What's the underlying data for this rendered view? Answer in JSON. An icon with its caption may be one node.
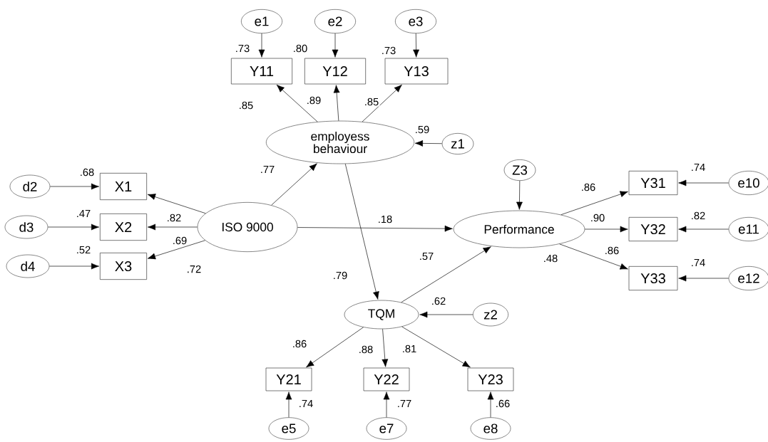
{
  "diagram": {
    "nodes": [
      {
        "text": [
          "e1"
        ]
      },
      {
        "text": [
          "e2"
        ]
      },
      {
        "text": [
          "e3"
        ]
      },
      {
        "text": [
          "Y11"
        ],
        "beside": [
          ".73"
        ]
      },
      {
        "text": [
          "Y12"
        ],
        "beside": [
          ".80"
        ]
      },
      {
        "text": [
          "Y13"
        ],
        "beside": [
          ".73"
        ]
      },
      {
        "text": [
          "employess behaviour"
        ],
        "beside": [
          ".59"
        ]
      },
      {
        "text": [
          "z1"
        ]
      },
      {
        "text": [
          "d2"
        ]
      },
      {
        "text": [
          "d3"
        ]
      },
      {
        "text": [
          "d4"
        ]
      },
      {
        "text": [
          "X1"
        ],
        "beside": [
          ".68"
        ]
      },
      {
        "text": [
          "X2"
        ],
        "beside": [
          ".47"
        ]
      },
      {
        "text": [
          "X3"
        ],
        "beside": [
          ".52"
        ]
      },
      {
        "text": [
          "ISO 9000"
        ]
      },
      {
        "text": [
          "Z3"
        ]
      },
      {
        "text": [
          "Performance"
        ],
        "beside": [
          ".48"
        ]
      },
      {
        "text": [
          "Y31"
        ],
        "beside": [
          ".74"
        ]
      },
      {
        "text": [
          "Y32"
        ],
        "beside": [
          ".82"
        ]
      },
      {
        "text": [
          "Y33"
        ],
        "beside": [
          ".74"
        ]
      },
      {
        "text": [
          "e10"
        ]
      },
      {
        "text": [
          "e11"
        ]
      },
      {
        "text": [
          "e12"
        ]
      },
      {
        "text": [
          "TQM"
        ],
        "beside": [
          ".62"
        ]
      },
      {
        "text": [
          "z2"
        ]
      },
      {
        "text": [
          "Y21"
        ],
        "beside": [
          ".74"
        ]
      },
      {
        "text": [
          "Y22"
        ],
        "beside": [
          ".77"
        ]
      },
      {
        "text": [
          "Y23"
        ],
        "beside": [
          ".66"
        ]
      },
      {
        "text": [
          "e5"
        ]
      },
      {
        "text": [
          "e7"
        ]
      },
      {
        "text": [
          "e8"
        ]
      }
    ],
    "edges": [
      {
        "from": 0,
        "to": 3,
        "arrow": "to"
      },
      {
        "from": 1,
        "to": 4,
        "arrow": "to"
      },
      {
        "from": 2,
        "to": 5,
        "arrow": "to"
      },
      {
        "from": 6,
        "to": 3,
        "arrow": "to",
        "label": ".85"
      },
      {
        "from": 6,
        "to": 4,
        "arrow": "to",
        "label": ".89"
      },
      {
        "from": 6,
        "to": 5,
        "arrow": "to",
        "label": ".85"
      },
      {
        "from": 7,
        "to": 6,
        "arrow": "to"
      },
      {
        "from": 14,
        "to": 6,
        "arrow": "to",
        "label": ".77"
      },
      {
        "from": 14,
        "to": 11,
        "arrow": "to",
        "label": ".82"
      },
      {
        "from": 14,
        "to": 12,
        "arrow": "to",
        "label": ".69"
      },
      {
        "from": 14,
        "to": 13,
        "arrow": "to",
        "label": ".72"
      },
      {
        "from": 8,
        "to": 11,
        "arrow": "to"
      },
      {
        "from": 9,
        "to": 12,
        "arrow": "to"
      },
      {
        "from": 10,
        "to": 13,
        "arrow": "to"
      },
      {
        "from": 14,
        "to": 16,
        "arrow": "to",
        "label": ".18"
      },
      {
        "from": 6,
        "to": 23,
        "arrow": "to",
        "label": ".79"
      },
      {
        "from": 23,
        "to": 16,
        "arrow": "to",
        "label": ".57"
      },
      {
        "from": 15,
        "to": 16,
        "arrow": "to"
      },
      {
        "from": 16,
        "to": 17,
        "arrow": "to",
        "label": ".86"
      },
      {
        "from": 16,
        "to": 18,
        "arrow": "to",
        "label": ".90"
      },
      {
        "from": 16,
        "to": 19,
        "arrow": "to",
        "label": ".86"
      },
      {
        "from": 20,
        "to": 17,
        "arrow": "to"
      },
      {
        "from": 21,
        "to": 18,
        "arrow": "to"
      },
      {
        "from": 22,
        "to": 19,
        "arrow": "to"
      },
      {
        "from": 24,
        "to": 23,
        "arrow": "to"
      },
      {
        "from": 23,
        "to": 25,
        "arrow": "to",
        "label": ".86"
      },
      {
        "from": 23,
        "to": 26,
        "arrow": "to",
        "label": ".88"
      },
      {
        "from": 23,
        "to": 27,
        "arrow": "to",
        "label": ".81"
      },
      {
        "from": 28,
        "to": 25,
        "arrow": "to"
      },
      {
        "from": 29,
        "to": 26,
        "arrow": "to"
      },
      {
        "from": 30,
        "to": 27,
        "arrow": "to"
      }
    ]
  }
}
